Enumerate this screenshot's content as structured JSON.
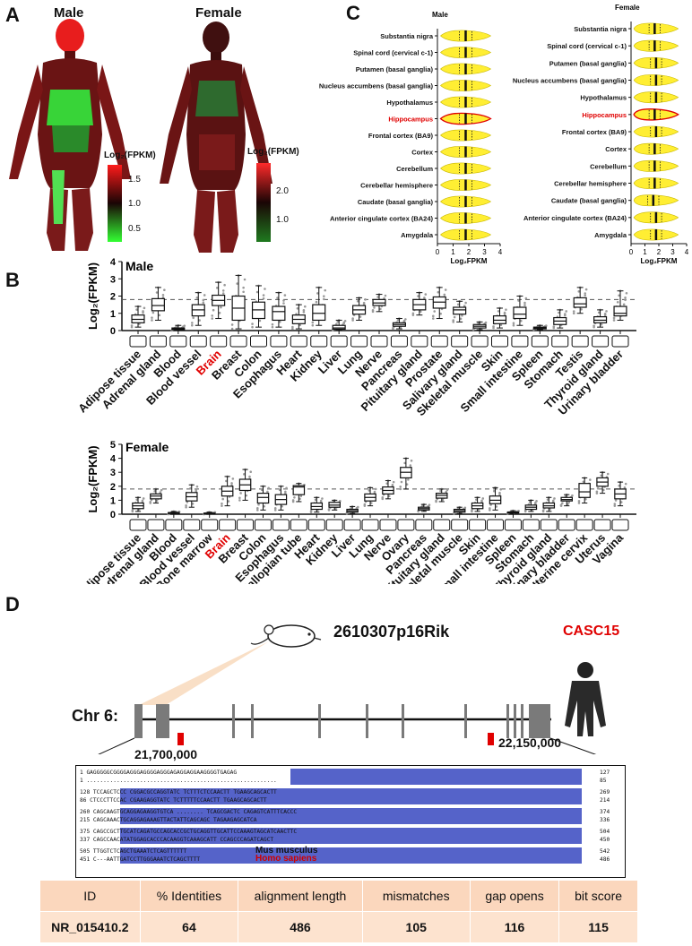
{
  "panels": {
    "a": "A",
    "b": "B",
    "c": "C",
    "d": "D"
  },
  "panel_a": {
    "male": {
      "title": "Male",
      "legend_title": "Log₂(FPKM)",
      "ticks": [
        "1.5",
        "1.0",
        "0.5"
      ]
    },
    "female": {
      "title": "Female",
      "legend_title": "Log₂(FPKM)",
      "ticks": [
        "2.0",
        "1.0"
      ]
    }
  },
  "chart_data": [
    {
      "type": "violin",
      "panel": "C-male",
      "title": "Male",
      "xlabel": "Log₂FPKM",
      "xlim": [
        0,
        4
      ],
      "xticks": [
        "0",
        "1",
        "2",
        "3",
        "4"
      ],
      "highlight": "Hippocampus",
      "categories": [
        "Substantia nigra",
        "Spinal cord (cervical c-1)",
        "Putamen (basal ganglia)",
        "Nucleus accumbens (basal ganglia)",
        "Hypothalamus",
        "Hippocampus",
        "Frontal cortex (BA9)",
        "Cortex",
        "Cerebellum",
        "Cerebellar hemisphere",
        "Caudate (basal ganglia)",
        "Anterior cingulate cortex (BA24)",
        "Amygdala"
      ],
      "medians": [
        1.8,
        1.8,
        1.8,
        1.8,
        1.8,
        1.8,
        1.8,
        1.8,
        1.8,
        1.8,
        1.8,
        1.8,
        1.8
      ]
    },
    {
      "type": "violin",
      "panel": "C-female",
      "title": "Female",
      "xlabel": "Log₂FPKM",
      "xlim": [
        0,
        4
      ],
      "xticks": [
        "0",
        "1",
        "2",
        "3",
        "4"
      ],
      "highlight": "Hippocampus",
      "categories": [
        "Substantia nigra",
        "Spinal cord (cervical c-1)",
        "Putamen (basal ganglia)",
        "Nucleus accumbens (basal ganglia)",
        "Hypothalamus",
        "Hippocampus",
        "Frontal cortex (BA9)",
        "Cortex",
        "Cerebellum",
        "Cerebellar hemisphere",
        "Caudate (basal ganglia)",
        "Anterior cingulate cortex (BA24)",
        "Amygdala"
      ],
      "medians": [
        1.7,
        1.7,
        1.8,
        1.8,
        1.8,
        1.7,
        1.8,
        1.7,
        1.7,
        1.7,
        1.6,
        1.8,
        1.8
      ]
    },
    {
      "type": "box",
      "panel": "B-male",
      "title": "Male",
      "ylabel": "Log₂(FPKM)",
      "ylim": [
        0,
        4
      ],
      "yticks": [
        "0",
        "1",
        "2",
        "3",
        "4"
      ],
      "refline": 1.8,
      "highlight": "Brain",
      "categories": [
        "Adipose tissue",
        "Adrenal gland",
        "Blood",
        "Blood vessel",
        "Brain",
        "Breast",
        "Colon",
        "Esophagus",
        "Heart",
        "Kidney",
        "Liver",
        "Lung",
        "Nerve",
        "Pancreas",
        "Pituitary gland",
        "Prostate",
        "Salivary gland",
        "Skeletal muscle",
        "Skin",
        "Small intestine",
        "Spleen",
        "Stomach",
        "Testis",
        "Thyroid gland",
        "Urinary bladder"
      ],
      "stats": [
        [
          0.2,
          0.45,
          0.65,
          0.9,
          1.4
        ],
        [
          0.6,
          1.15,
          1.45,
          1.85,
          2.5
        ],
        [
          0,
          0.05,
          0.1,
          0.15,
          0.3
        ],
        [
          0.3,
          0.85,
          1.2,
          1.5,
          2.2
        ],
        [
          0.7,
          1.45,
          1.75,
          2.05,
          2.8
        ],
        [
          0.1,
          0.6,
          1.3,
          2.0,
          3.2
        ],
        [
          0.2,
          0.7,
          1.2,
          1.65,
          2.6
        ],
        [
          0.2,
          0.6,
          1.1,
          1.4,
          2.2
        ],
        [
          0.1,
          0.4,
          0.65,
          0.9,
          1.5
        ],
        [
          0.3,
          0.6,
          1.0,
          1.5,
          2.5
        ],
        [
          0.02,
          0.08,
          0.15,
          0.3,
          0.6
        ],
        [
          0.6,
          0.95,
          1.2,
          1.45,
          1.9
        ],
        [
          1.1,
          1.45,
          1.6,
          1.8,
          2.1
        ],
        [
          0.1,
          0.25,
          0.35,
          0.45,
          0.7
        ],
        [
          0.9,
          1.2,
          1.5,
          1.8,
          2.2
        ],
        [
          0.7,
          1.3,
          1.65,
          1.95,
          2.5
        ],
        [
          0.5,
          0.95,
          1.2,
          1.35,
          1.7
        ],
        [
          0.05,
          0.15,
          0.25,
          0.35,
          0.5
        ],
        [
          0.15,
          0.4,
          0.6,
          0.85,
          1.3
        ],
        [
          0.3,
          0.7,
          0.95,
          1.35,
          2.0
        ],
        [
          0.05,
          0.1,
          0.15,
          0.2,
          0.3
        ],
        [
          0.15,
          0.35,
          0.55,
          0.75,
          1.2
        ],
        [
          1.0,
          1.35,
          1.55,
          1.9,
          2.5
        ],
        [
          0.2,
          0.45,
          0.6,
          0.8,
          1.2
        ],
        [
          0.6,
          0.85,
          1.0,
          1.4,
          2.3
        ]
      ]
    },
    {
      "type": "box",
      "panel": "B-female",
      "title": "Female",
      "ylabel": "Log₂(FPKM)",
      "ylim": [
        0,
        5
      ],
      "yticks": [
        "0",
        "1",
        "2",
        "3",
        "4",
        "5"
      ],
      "refline": 1.8,
      "highlight": "Brain",
      "categories": [
        "Adipose tissue",
        "Adrenal gland",
        "Blood",
        "Blood vessel",
        "Bone marrow",
        "Brain",
        "Breast",
        "Colon",
        "Esophagus",
        "Fallopian tube",
        "Heart",
        "Kidney",
        "Liver",
        "Lung",
        "Nerve",
        "Ovary",
        "Pancreas",
        "Pituitary gland",
        "Skeletal muscle",
        "Skin",
        "Small intestine",
        "Spleen",
        "Stomach",
        "Thyroid gland",
        "Urinary bladder",
        "Uterine cervix",
        "Uterus",
        "Vagina"
      ],
      "stats": [
        [
          0.2,
          0.4,
          0.6,
          0.8,
          1.2
        ],
        [
          0.8,
          1.1,
          1.3,
          1.45,
          1.8
        ],
        [
          0,
          0.05,
          0.08,
          0.12,
          0.2
        ],
        [
          0.5,
          0.95,
          1.25,
          1.55,
          2.1
        ],
        [
          0,
          0.03,
          0.05,
          0.08,
          0.15
        ],
        [
          0.6,
          1.3,
          1.65,
          2.0,
          2.7
        ],
        [
          1.0,
          1.7,
          2.1,
          2.5,
          3.2
        ],
        [
          0.3,
          0.8,
          1.2,
          1.5,
          2.0
        ],
        [
          0.3,
          0.7,
          1.05,
          1.4,
          2.0
        ],
        [
          0.9,
          1.4,
          1.95,
          2.05,
          2.2
        ],
        [
          0.15,
          0.35,
          0.55,
          0.8,
          1.2
        ],
        [
          0.3,
          0.5,
          0.65,
          0.85,
          1.0
        ],
        [
          0.05,
          0.15,
          0.25,
          0.35,
          0.55
        ],
        [
          0.6,
          0.95,
          1.2,
          1.45,
          1.9
        ],
        [
          1.1,
          1.45,
          1.7,
          1.95,
          2.4
        ],
        [
          1.8,
          2.6,
          3.0,
          3.35,
          4.0
        ],
        [
          0.2,
          0.3,
          0.4,
          0.5,
          0.7
        ],
        [
          0.9,
          1.15,
          1.35,
          1.5,
          1.8
        ],
        [
          0.05,
          0.15,
          0.25,
          0.35,
          0.5
        ],
        [
          0.2,
          0.4,
          0.6,
          0.8,
          1.2
        ],
        [
          0.3,
          0.75,
          1.0,
          1.3,
          1.9
        ],
        [
          0.05,
          0.08,
          0.12,
          0.16,
          0.25
        ],
        [
          0.2,
          0.35,
          0.5,
          0.65,
          1.0
        ],
        [
          0.2,
          0.45,
          0.6,
          0.8,
          1.2
        ],
        [
          0.6,
          0.95,
          1.05,
          1.2,
          1.4
        ],
        [
          0.8,
          1.2,
          1.6,
          2.2,
          2.6
        ],
        [
          1.5,
          2.0,
          2.3,
          2.6,
          3.0
        ],
        [
          0.6,
          1.1,
          1.45,
          1.8,
          2.3
        ]
      ]
    }
  ],
  "panel_d": {
    "mouse_gene": "2610307p16Rik",
    "human_gene": "CASC15",
    "chr_label": "Chr 6:",
    "coord_left": "21,700,000",
    "coord_right": "22,150,000",
    "alignment_rows": [
      {
        "top": "1 GAGGGGGCGGGGAGGGAGGGGAGGGAGAGGAGGAAGGGGTGAGAG",
        "bottom": "1 .........................................................",
        "end_top": "127",
        "end_bottom": "85"
      },
      {
        "top": "128 TCCAGCTCCC CGGACGCCAGGTATC TCTTTCTCCAACTT TGAAGCAGCACTT",
        "bottom": "86 CTCCCTTCCAC CGAAGAGGTATC TCTTTTTCCAACTT TGAAGCAGCACTT",
        "end_top": "269",
        "end_bottom": "214"
      },
      {
        "top": "260 CAGCAAGTGCAGGAGAAGGTGTCA ........ TCAGCGACTC CAGAGTCATTTCACCC",
        "bottom": "215 CAGCAAACTGCAGGAGAAAGTTACTATTCAGCAGC TAGAAGAGCATCA",
        "end_top": "374",
        "end_bottom": "336"
      },
      {
        "top": "375 CAGCCGCTTGCATCAGATGCCAGCACCGCTGCAGGTTGCATTCCAAAGTAGCATCAACTTC",
        "bottom": "337 CAGCCAACATATGGAGCACCCACAAGGTCAAAGCATT CCAGCCCAGATCAGCT",
        "end_top": "504",
        "end_bottom": "450"
      },
      {
        "top": "505 TTGGTCTCAGCTGAAATCTCAGTTTTTT",
        "bottom": "451 C---AATTGATCCTTGGGAAATCTCAGCTTTT",
        "end_top": "542",
        "end_bottom": "486"
      }
    ],
    "species_top": "Mus musculus",
    "species_bottom": "Homo sapiens",
    "table": {
      "headers": [
        "ID",
        "% Identities",
        "alignment length",
        "mismatches",
        "gap opens",
        "bit score"
      ],
      "row": [
        "NR_015410.2",
        "64",
        "486",
        "105",
        "116",
        "115"
      ]
    }
  }
}
